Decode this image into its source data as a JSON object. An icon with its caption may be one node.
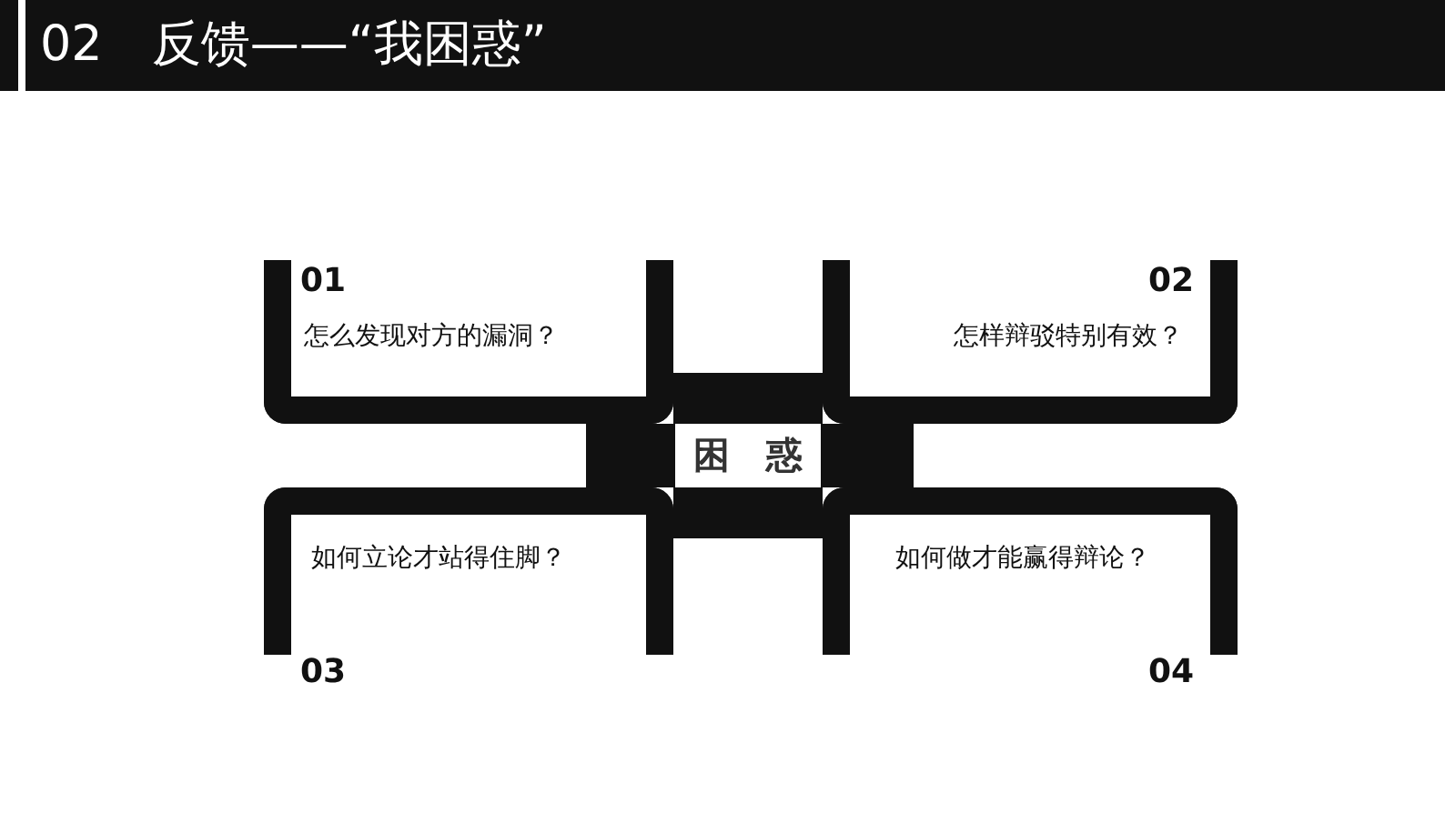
{
  "diagram": {
    "title": "02　反馈——“我困惑”",
    "nodes": [
      {
        "text": [
          "困　惑"
        ]
      },
      {
        "text": [
          "01",
          "怎么发现对方的漏洞？"
        ]
      },
      {
        "text": [
          "02",
          "怎样辩驳特别有效？"
        ]
      },
      {
        "text": [
          "如何立论才站得住脚？",
          "03"
        ]
      },
      {
        "text": [
          "如何做才能赢得辩论？",
          "04"
        ]
      }
    ],
    "edges": []
  }
}
